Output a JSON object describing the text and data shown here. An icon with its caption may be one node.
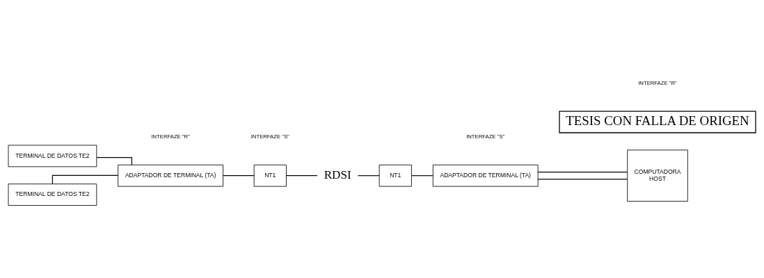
{
  "diagram": {
    "nodes": [
      {
        "text": [
          "TERMINAL DE DATOS TE2"
        ]
      },
      {
        "text": [
          "TERMINAL DE DATOS TE2"
        ]
      },
      {
        "text": [
          "ADAPTADOR DE TERMINAL (TA)"
        ]
      },
      {
        "text": [
          "NT1"
        ]
      },
      {
        "text": [
          "RDSI"
        ]
      },
      {
        "text": [
          "NT1"
        ]
      },
      {
        "text": [
          "ADAPTADOR DE TERMINAL (TA)"
        ]
      },
      {
        "text": [
          "COMPUTADORA",
          "HOST"
        ]
      },
      {
        "text": [
          "TESIS CON FALLA DE ORIGEN"
        ]
      }
    ],
    "edges": [
      {
        "from": 0,
        "to": 2,
        "arrow": "none"
      },
      {
        "from": 1,
        "to": 2,
        "arrow": "none"
      },
      {
        "from": 2,
        "to": 3,
        "arrow": "none"
      },
      {
        "from": 3,
        "to": 4,
        "arrow": "none"
      },
      {
        "from": 4,
        "to": 5,
        "arrow": "none"
      },
      {
        "from": 5,
        "to": 6,
        "arrow": "none"
      },
      {
        "from": 6,
        "to": 7,
        "arrow": "none"
      },
      {
        "from": 6,
        "to": 7,
        "arrow": "none"
      }
    ],
    "labels": [
      "INTERFAZE \"R\"",
      "INTERFAZE \"S\"",
      "INTERFAZE \"S\"",
      "INTERFAZE \"R\""
    ]
  }
}
